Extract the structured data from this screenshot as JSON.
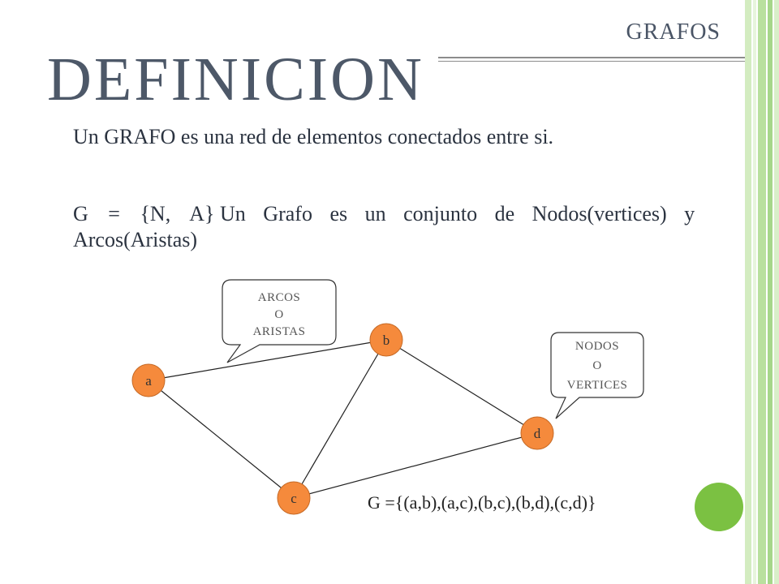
{
  "slide": {
    "section_label": "GRAFOS",
    "title": "DEFINICION",
    "paragraph_one": "Un GRAFO es una red de elementos conectados entre si.",
    "paragraph_two_eq": "G = {N, A}",
    "paragraph_two_rest": "Un Grafo es un conjunto de Nodos(vertices) y Arcos(Aristas)"
  },
  "diagram": {
    "nodes": [
      {
        "id": "a",
        "label": "a"
      },
      {
        "id": "b",
        "label": "b"
      },
      {
        "id": "c",
        "label": "c"
      },
      {
        "id": "d",
        "label": "d"
      }
    ],
    "edges": [
      [
        "a",
        "b"
      ],
      [
        "a",
        "c"
      ],
      [
        "b",
        "c"
      ],
      [
        "b",
        "d"
      ],
      [
        "c",
        "d"
      ]
    ],
    "callout_edges": {
      "line1": "ARCOS",
      "line2": "O",
      "line3": "ARISTAS"
    },
    "callout_nodes": {
      "line1": "NODOS",
      "line2": "O",
      "line3": "VERTICES"
    },
    "formula": "G ={(a,b),(a,c),(b,c),(b,d),(c,d)}"
  },
  "colors": {
    "node_fill": "#f58a3c",
    "accent_green": "#7bc142",
    "stripe_green_light": "#d3ecc0",
    "stripe_green_dark": "#a6d68a",
    "title_gray": "#4d5868"
  }
}
